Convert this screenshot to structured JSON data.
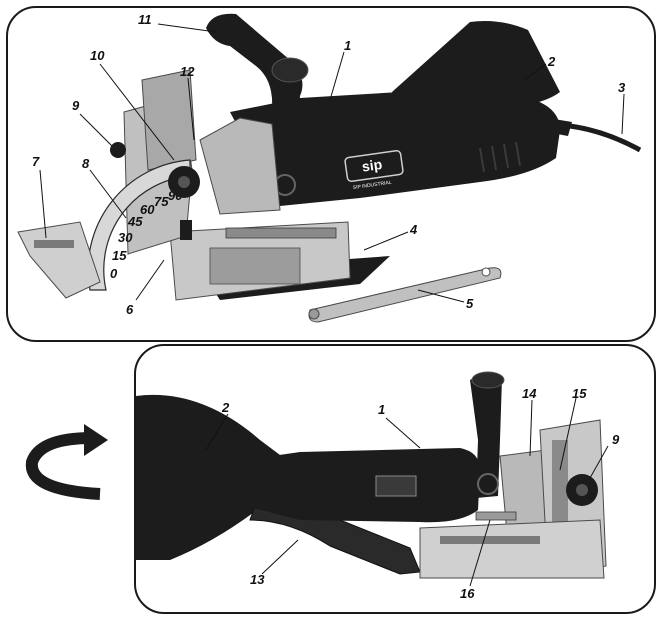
{
  "figure": {
    "top_view": {
      "logo_text": "sip",
      "logo_subtext": "SIP INDUSTRIAL",
      "callouts": [
        "11",
        "10",
        "12",
        "1",
        "2",
        "3",
        "9",
        "8",
        "7",
        "4",
        "5",
        "6"
      ],
      "scale_marks": [
        "90",
        "75",
        "60",
        "45",
        "30",
        "15",
        "0"
      ]
    },
    "bottom_view": {
      "callouts": [
        "2",
        "1",
        "14",
        "15",
        "9",
        "13",
        "16"
      ]
    }
  },
  "colors": {
    "body_black": "#1c1c1c",
    "metal_grey": "#b9b9b9",
    "dark_grey": "#4a4a4a",
    "outline": "#1a1a1a"
  }
}
